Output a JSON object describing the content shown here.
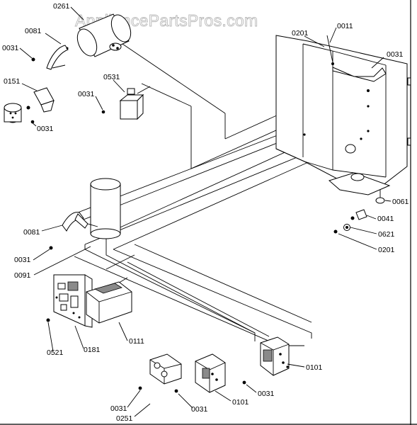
{
  "watermark": "AppliancePartsPros.com",
  "labels": {
    "l0261": "0261",
    "l0081_top": "0081",
    "l0031_a": "0031",
    "l0151": "0151",
    "l0031_b": "0031",
    "l0531": "0531",
    "l0031_c": "0031",
    "l0201_top": "0201",
    "l0011": "0011",
    "l0031_d": "0031",
    "l0061": "0061",
    "l0041": "0041",
    "l0621": "0621",
    "l0201_bot": "0201",
    "l0081_mid": "0081",
    "l0031_e": "0031",
    "l0091": "0091",
    "l0521": "0521",
    "l0181": "0181",
    "l0111": "0111",
    "l0101_right": "0101",
    "l0031_f": "0031",
    "l0031_g": "0031",
    "l0031_h": "0031",
    "l0251": "0251",
    "l0101_bot": "0101"
  }
}
